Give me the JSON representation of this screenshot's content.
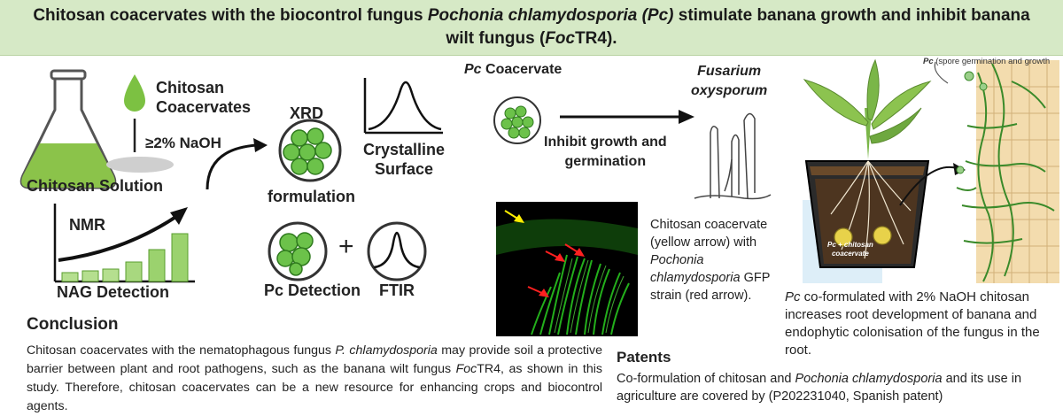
{
  "title": {
    "part1": "Chitosan coacervates with the biocontrol fungus ",
    "italic1": "Pochonia chlamydosporia (Pc)",
    "part2": " stimulate banana growth and inhibit banana wilt fungus (",
    "italic2": "Foc",
    "part3": "TR4)."
  },
  "left_panel": {
    "chitosan_coacervates": [
      "Chitosan",
      "Coacervates"
    ],
    "naoh": "≥2% NaOH",
    "chitosan_solution": "Chitosan Solution",
    "xrd": "XRD",
    "crystalline_surface": [
      "Crystalline",
      "Surface"
    ],
    "formulation": "formulation",
    "nmr": "NMR",
    "nag_detection": "NAG Detection",
    "pc_detection": "Pc Detection",
    "plus": "+",
    "ftir": "FTIR"
  },
  "middle_panel": {
    "pc_label": "Pc",
    "coacervate_label": " Coacervate",
    "fusarium": [
      "Fusarium",
      "oxysporum"
    ],
    "inhibit": [
      "Inhibit growth and",
      "germination"
    ],
    "micro_caption": {
      "l1": "Chitosan coacervate",
      "l2": "(yellow arrow) with",
      "l3": "Pochonia",
      "l4": "chlamydosporia",
      "l4b": " GFP",
      "l5": "strain (red arrow)."
    }
  },
  "right_panel": {
    "spore_label_pc": "Pc",
    "spore_label": " (spore germination and growth",
    "pot_label": [
      "Pc + chitosan",
      "coacervate"
    ],
    "caption": {
      "pc": "Pc",
      "l1": " co-formulated with 2% NaOH chitosan",
      "l2": "increases root development of banana and",
      "l3": "endophytic colonisation of the fungus in the",
      "l4": "root."
    }
  },
  "conclusion": {
    "heading": "Conclusion",
    "t1": "Chitosan coacervates with the nematophagous fungus ",
    "i1": "P. chlamydosporia",
    "t2": " may provide soil a protective barrier between plant and root pathogens, such as the banana wilt fungus ",
    "i2": "Foc",
    "t3": "TR4, as shown in this study. Therefore, chitosan coacervates can be a new resource for enhancing crops and biocontrol agents."
  },
  "patents": {
    "heading": "Patents",
    "t1": "Co-formulation of chitosan and ",
    "i1": "Pochonia chlamydosporia",
    "t2": " and its use in agriculture are covered by (P202231040, Spanish patent)"
  },
  "colors": {
    "banner": "#d6e9c6",
    "green": "#6cc24a",
    "dark_green": "#2f7a1e",
    "liquid": "#8bc34a",
    "gfp": "#27c21f"
  },
  "icons": [
    "flask-icon",
    "droplet-icon",
    "curved-arrow-icon",
    "xrd-peak-icon",
    "ftir-peak-icon",
    "coacervate-icon",
    "banana-plant-icon",
    "pot-icon",
    "hyphae-icon"
  ]
}
